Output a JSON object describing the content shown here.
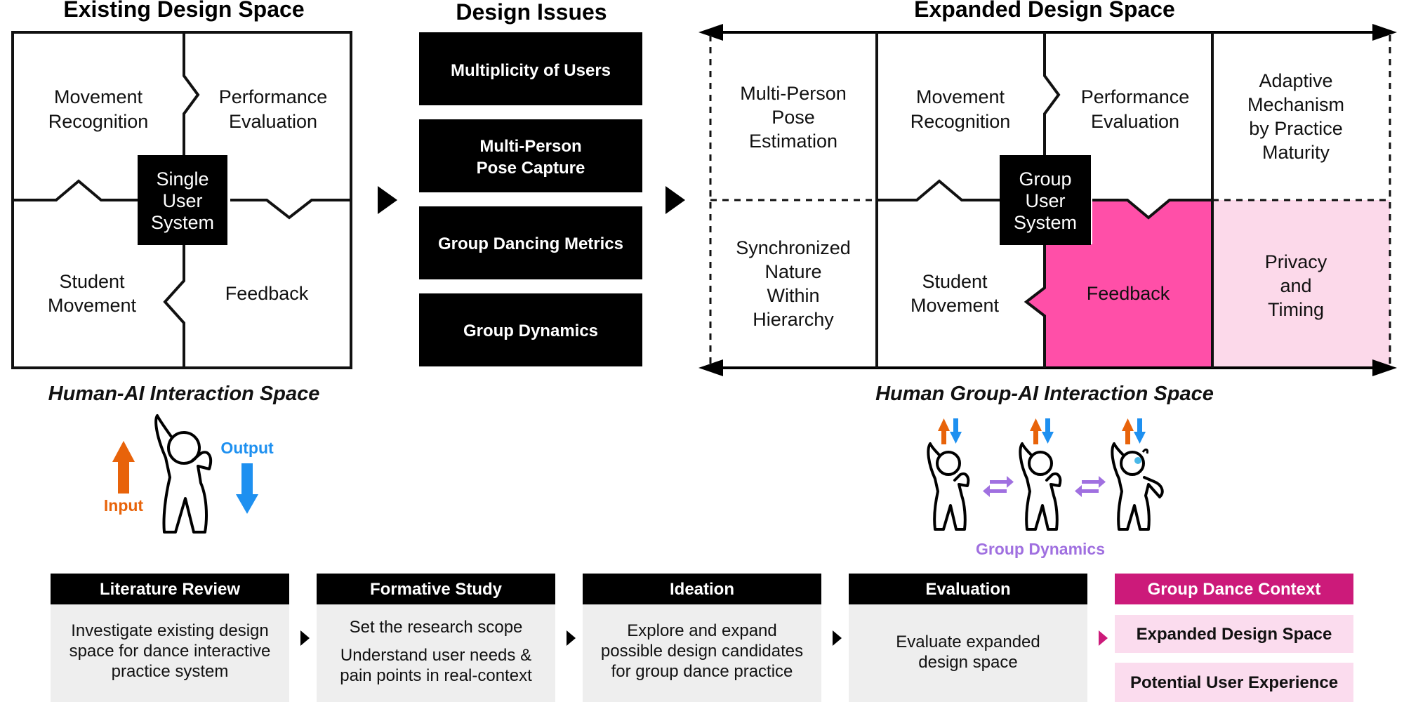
{
  "existing": {
    "title": "Existing Design Space",
    "movement_recognition": [
      "Movement",
      "Recognition"
    ],
    "performance_evaluation": [
      "Performance",
      "Evaluation"
    ],
    "student_movement": [
      "Student",
      "Movement"
    ],
    "feedback": "Feedback",
    "center": [
      "Single",
      "User",
      "System"
    ],
    "space_label": "Human-AI Interaction Space",
    "input_label": "Input",
    "output_label": "Output"
  },
  "issues": {
    "title": "Design Issues",
    "items": [
      [
        "Multiplicity of Users"
      ],
      [
        "Multi-Person",
        "Pose Capture"
      ],
      [
        "Group Dancing Metrics"
      ],
      [
        "Group Dynamics"
      ]
    ]
  },
  "expanded": {
    "title": "Expanded Design Space",
    "multi_person_pose": [
      "Multi-Person",
      "Pose",
      "Estimation"
    ],
    "synchronized": [
      "Synchronized",
      "Nature",
      "Within",
      "Hierarchy"
    ],
    "movement_recognition": [
      "Movement",
      "Recognition"
    ],
    "performance_evaluation": [
      "Performance",
      "Evaluation"
    ],
    "student_movement": [
      "Student",
      "Movement"
    ],
    "feedback": "Feedback",
    "center": [
      "Group",
      "User",
      "System"
    ],
    "adaptive": [
      "Adaptive",
      "Mechanism",
      "by Practice",
      "Maturity"
    ],
    "privacy": [
      "Privacy",
      "and",
      "Timing"
    ],
    "space_label": "Human Group-AI Interaction Space",
    "group_dynamics_label": "Group Dynamics"
  },
  "process": [
    {
      "header": "Literature Review",
      "lines": [
        "Investigate existing design",
        "space for dance interactive",
        "practice system"
      ]
    },
    {
      "header": "Formative Study",
      "lines": [
        "Set the research scope",
        "Understand user needs &",
        "pain points in real-context"
      ]
    },
    {
      "header": "Ideation",
      "lines": [
        "Explore and expand",
        "possible design candidates",
        "for group dance practice"
      ]
    },
    {
      "header": "Evaluation",
      "lines": [
        "Evaluate expanded",
        "design space"
      ]
    }
  ],
  "context": {
    "header": "Group Dance Context",
    "items": [
      "Expanded Design Space",
      "Potential User Experience"
    ]
  },
  "colors": {
    "black": "#000000",
    "magenta": "#ff4fa8",
    "light_pink": "#fcd9ea",
    "context_header": "#cc1a7a",
    "context_item": "#fbdcee",
    "process_box": "#eeeeee",
    "input_orange": "#e8630a",
    "output_blue": "#1e90f0",
    "group_purple": "#a070e0"
  }
}
